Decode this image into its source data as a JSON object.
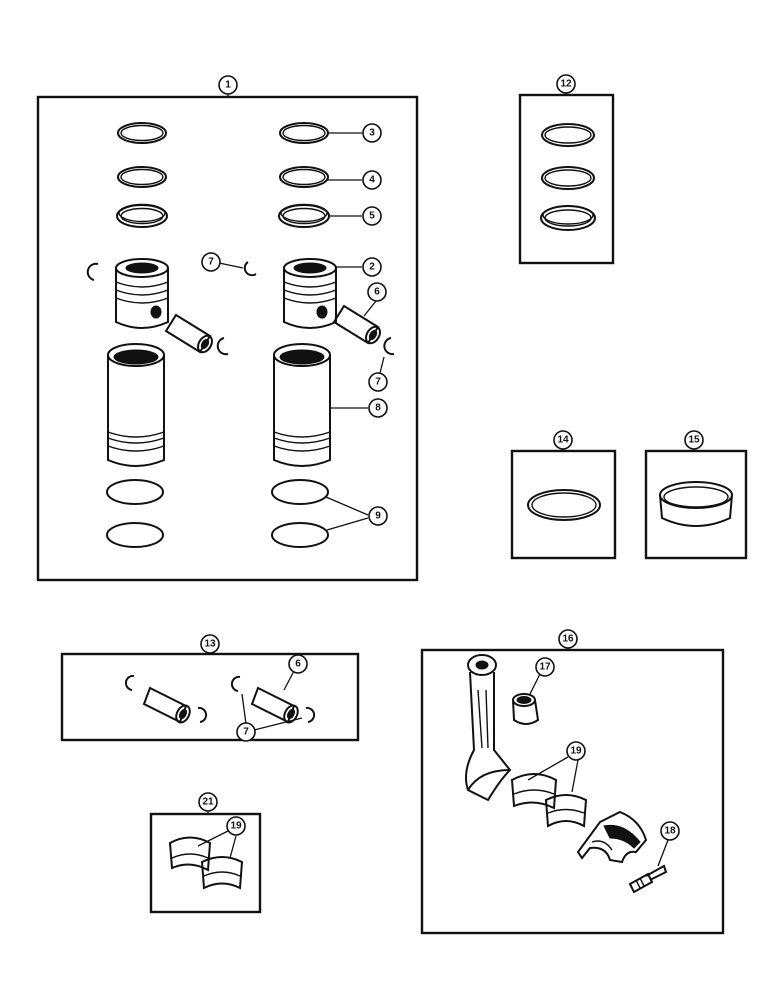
{
  "callouts": {
    "c1": "1",
    "c2": "2",
    "c3": "3",
    "c4": "4",
    "c5": "5",
    "c6a": "6",
    "c6b": "6",
    "c7a": "7",
    "c7b": "7",
    "c7c": "7",
    "c8": "8",
    "c9": "9",
    "c12": "12",
    "c13": "13",
    "c14": "14",
    "c15": "15",
    "c16": "16",
    "c17": "17",
    "c18": "18",
    "c19a": "19",
    "c19b": "19",
    "c21": "21"
  },
  "colors": {
    "line": "#111111",
    "background": "#ffffff"
  }
}
